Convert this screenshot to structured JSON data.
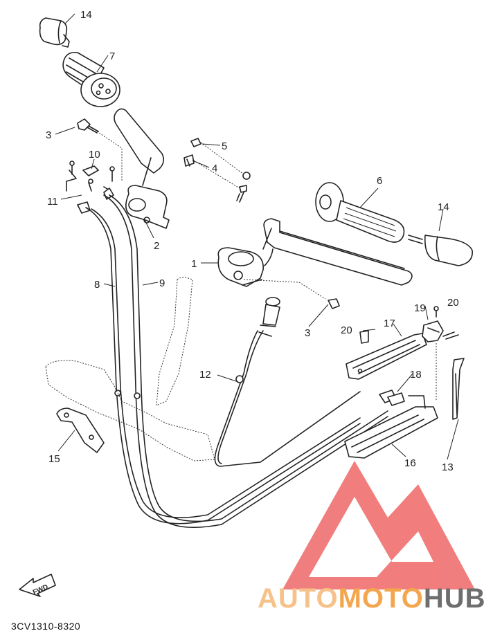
{
  "diagram": {
    "callouts": [
      {
        "id": "c14a",
        "label": "14"
      },
      {
        "id": "c7",
        "label": "7"
      },
      {
        "id": "c3a",
        "label": "3"
      },
      {
        "id": "c10",
        "label": "10"
      },
      {
        "id": "c11",
        "label": "11"
      },
      {
        "id": "c5",
        "label": "5"
      },
      {
        "id": "c4",
        "label": "4"
      },
      {
        "id": "c2",
        "label": "2"
      },
      {
        "id": "c6",
        "label": "6"
      },
      {
        "id": "c14b",
        "label": "14"
      },
      {
        "id": "c1",
        "label": "1"
      },
      {
        "id": "c8",
        "label": "8"
      },
      {
        "id": "c9",
        "label": "9"
      },
      {
        "id": "c3b",
        "label": "3"
      },
      {
        "id": "c19",
        "label": "19"
      },
      {
        "id": "c20a",
        "label": "20"
      },
      {
        "id": "c20b",
        "label": "20"
      },
      {
        "id": "c17",
        "label": "17"
      },
      {
        "id": "c12",
        "label": "12"
      },
      {
        "id": "c18",
        "label": "18"
      },
      {
        "id": "c15",
        "label": "15"
      },
      {
        "id": "c16",
        "label": "16"
      },
      {
        "id": "c13",
        "label": "13"
      }
    ],
    "direction_marker": "FWD",
    "diagram_code": "3CV1310-8320"
  },
  "watermark": {
    "brand_part1": "AUTO",
    "brand_part2": "MOTO",
    "brand_part3": "HUB",
    "colors": {
      "logo_red": "#f07070",
      "auto": "#f6c28a",
      "moto": "#f4a64e",
      "hub": "#6e6e6e"
    }
  }
}
